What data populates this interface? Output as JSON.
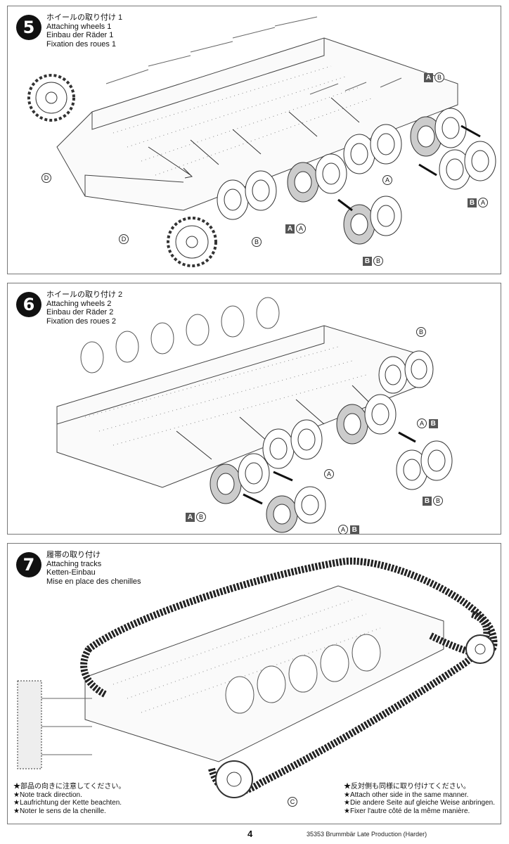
{
  "steps": [
    {
      "number": "5",
      "title_jp": "ホイールの取り付け 1",
      "title_en": "Attaching wheels 1",
      "title_de": "Einbau der Räder 1",
      "title_fr": "Fixation des roues 1",
      "labels": {
        "d1": "D",
        "d2": "D",
        "ab_top_box": "A",
        "ab_top_circle": "B",
        "b_mid": "B",
        "a_mid": "A",
        "a_lower_box": "A",
        "a_lower_circle": "A",
        "b_bottom_box": "B",
        "b_bottom_circle": "B",
        "ba_right_box": "B",
        "ba_right_circle": "A"
      }
    },
    {
      "number": "6",
      "title_jp": "ホイールの取り付け 2",
      "title_en": "Attaching wheels 2",
      "title_de": "Einbau der Räder 2",
      "title_fr": "Fixation des roues 2",
      "labels": {
        "b_top": "B",
        "ab_right_circle": "A",
        "ab_right_box": "B",
        "a_mid": "A",
        "ab_left_box": "A",
        "ab_left_circle": "B",
        "ab_bottom_circle": "A",
        "ab_bottom_box": "B",
        "bb_right_box": "B",
        "bb_right_circle": "B"
      }
    },
    {
      "number": "7",
      "title_jp": "履帯の取り付け",
      "title_en": "Attaching tracks",
      "title_de": "Ketten-Einbau",
      "title_fr": "Mise en place des chenilles",
      "labels": {
        "c": "C"
      },
      "note_left": [
        "★部品の向きに注意してください。",
        "★Note track direction.",
        "★Laufrichtung der Kette beachten.",
        "★Noter le sens de la chenille."
      ],
      "note_right": [
        "★反対側も同様に取り付けてください。",
        "★Attach other side in the same manner.",
        "★Die andere Seite auf gleiche Weise anbringen.",
        "★Fixer l'autre côté de la même manière."
      ]
    }
  ],
  "footer": {
    "page_number": "4",
    "code": "35353  Brummbär Late Production (Harder)"
  }
}
